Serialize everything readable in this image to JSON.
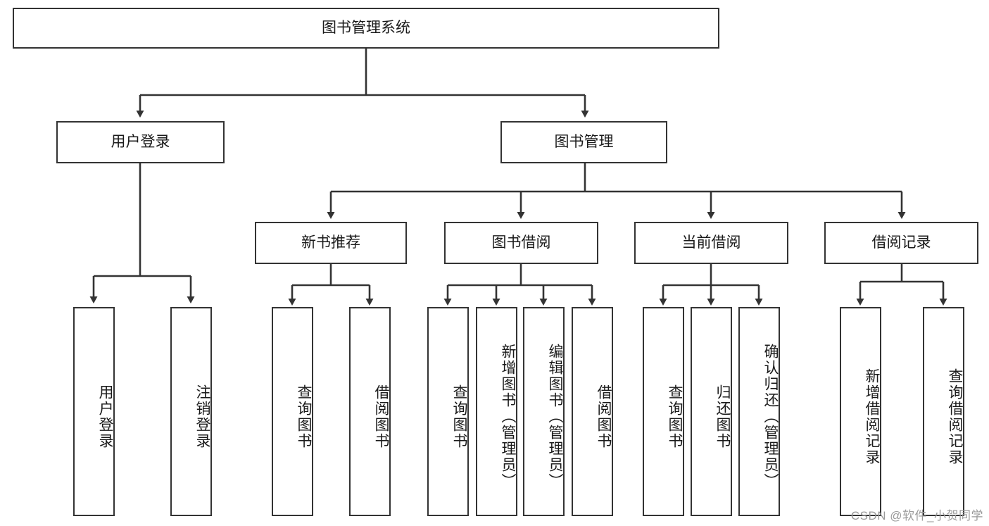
{
  "diagram": {
    "type": "tree-hierarchy",
    "title": "图书管理系统",
    "root": {
      "label": "图书管理系统"
    },
    "level2": [
      {
        "label": "用户登录"
      },
      {
        "label": "图书管理"
      }
    ],
    "level3": [
      {
        "label": "新书推荐"
      },
      {
        "label": "图书借阅"
      },
      {
        "label": "当前借阅"
      },
      {
        "label": "借阅记录"
      }
    ],
    "leaves": {
      "user_login": [
        {
          "label": "用户登录"
        },
        {
          "label": "注销登录"
        }
      ],
      "new_book_recommend": [
        {
          "label": "查询图书"
        },
        {
          "label": "借阅图书"
        }
      ],
      "book_borrow": [
        {
          "label": "查询图书"
        },
        {
          "label": "新增图书（管理员）"
        },
        {
          "label": "编辑图书（管理员）"
        },
        {
          "label": "借阅图书"
        }
      ],
      "current_borrow": [
        {
          "label": "查询图书"
        },
        {
          "label": "归还图书"
        },
        {
          "label": "确认归还（管理员）"
        }
      ],
      "borrow_record": [
        {
          "label": "新增借阅记录"
        },
        {
          "label": "查询借阅记录"
        }
      ]
    }
  },
  "watermark": {
    "text": "CSDN @软件_小贺同学"
  },
  "colors": {
    "box_border": "#333333",
    "box_fill": "#ffffff",
    "line": "#333333",
    "text": "#1a1a1a",
    "watermark": "#9a9a9a"
  }
}
